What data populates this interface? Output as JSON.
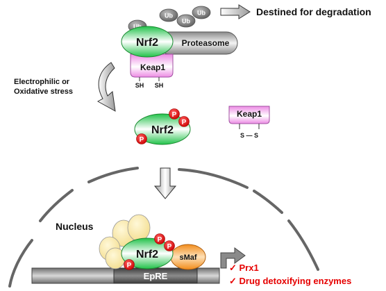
{
  "colors": {
    "nrf2_fill": "#22c24a",
    "keap1_fill": "#ec8ae4",
    "proteasome_fill": "#9a9a9a",
    "ub_fill": "#7a7a7a",
    "phospho_fill": "#e60000",
    "smaf_fill": "#f28c1a",
    "coactivator_fill": "#fbe9a6",
    "dna_fill": "#8c8c8c",
    "epre_fill": "#505050",
    "nucleus_stroke": "#666666",
    "gene_text": "#e60000"
  },
  "labels": {
    "degradation": "Destined for degradation",
    "proteasome": "Proteasome",
    "nrf2": "Nrf2",
    "keap1": "Keap1",
    "sh": "SH",
    "stress_line1": "Electrophilic or",
    "stress_line2": "Oxidative stress",
    "disulfide": "S — S",
    "nucleus": "Nucleus",
    "smaf": "sMaf",
    "epre": "EpRE",
    "ub": "Ub",
    "phospho": "P"
  },
  "genes": [
    "✓ Prx1",
    "✓ Drug detoxifying enzymes"
  ],
  "icons": [
    "right-arrow-icon",
    "curved-arrow-icon",
    "down-arrow-icon",
    "promoter-arrow-icon"
  ]
}
